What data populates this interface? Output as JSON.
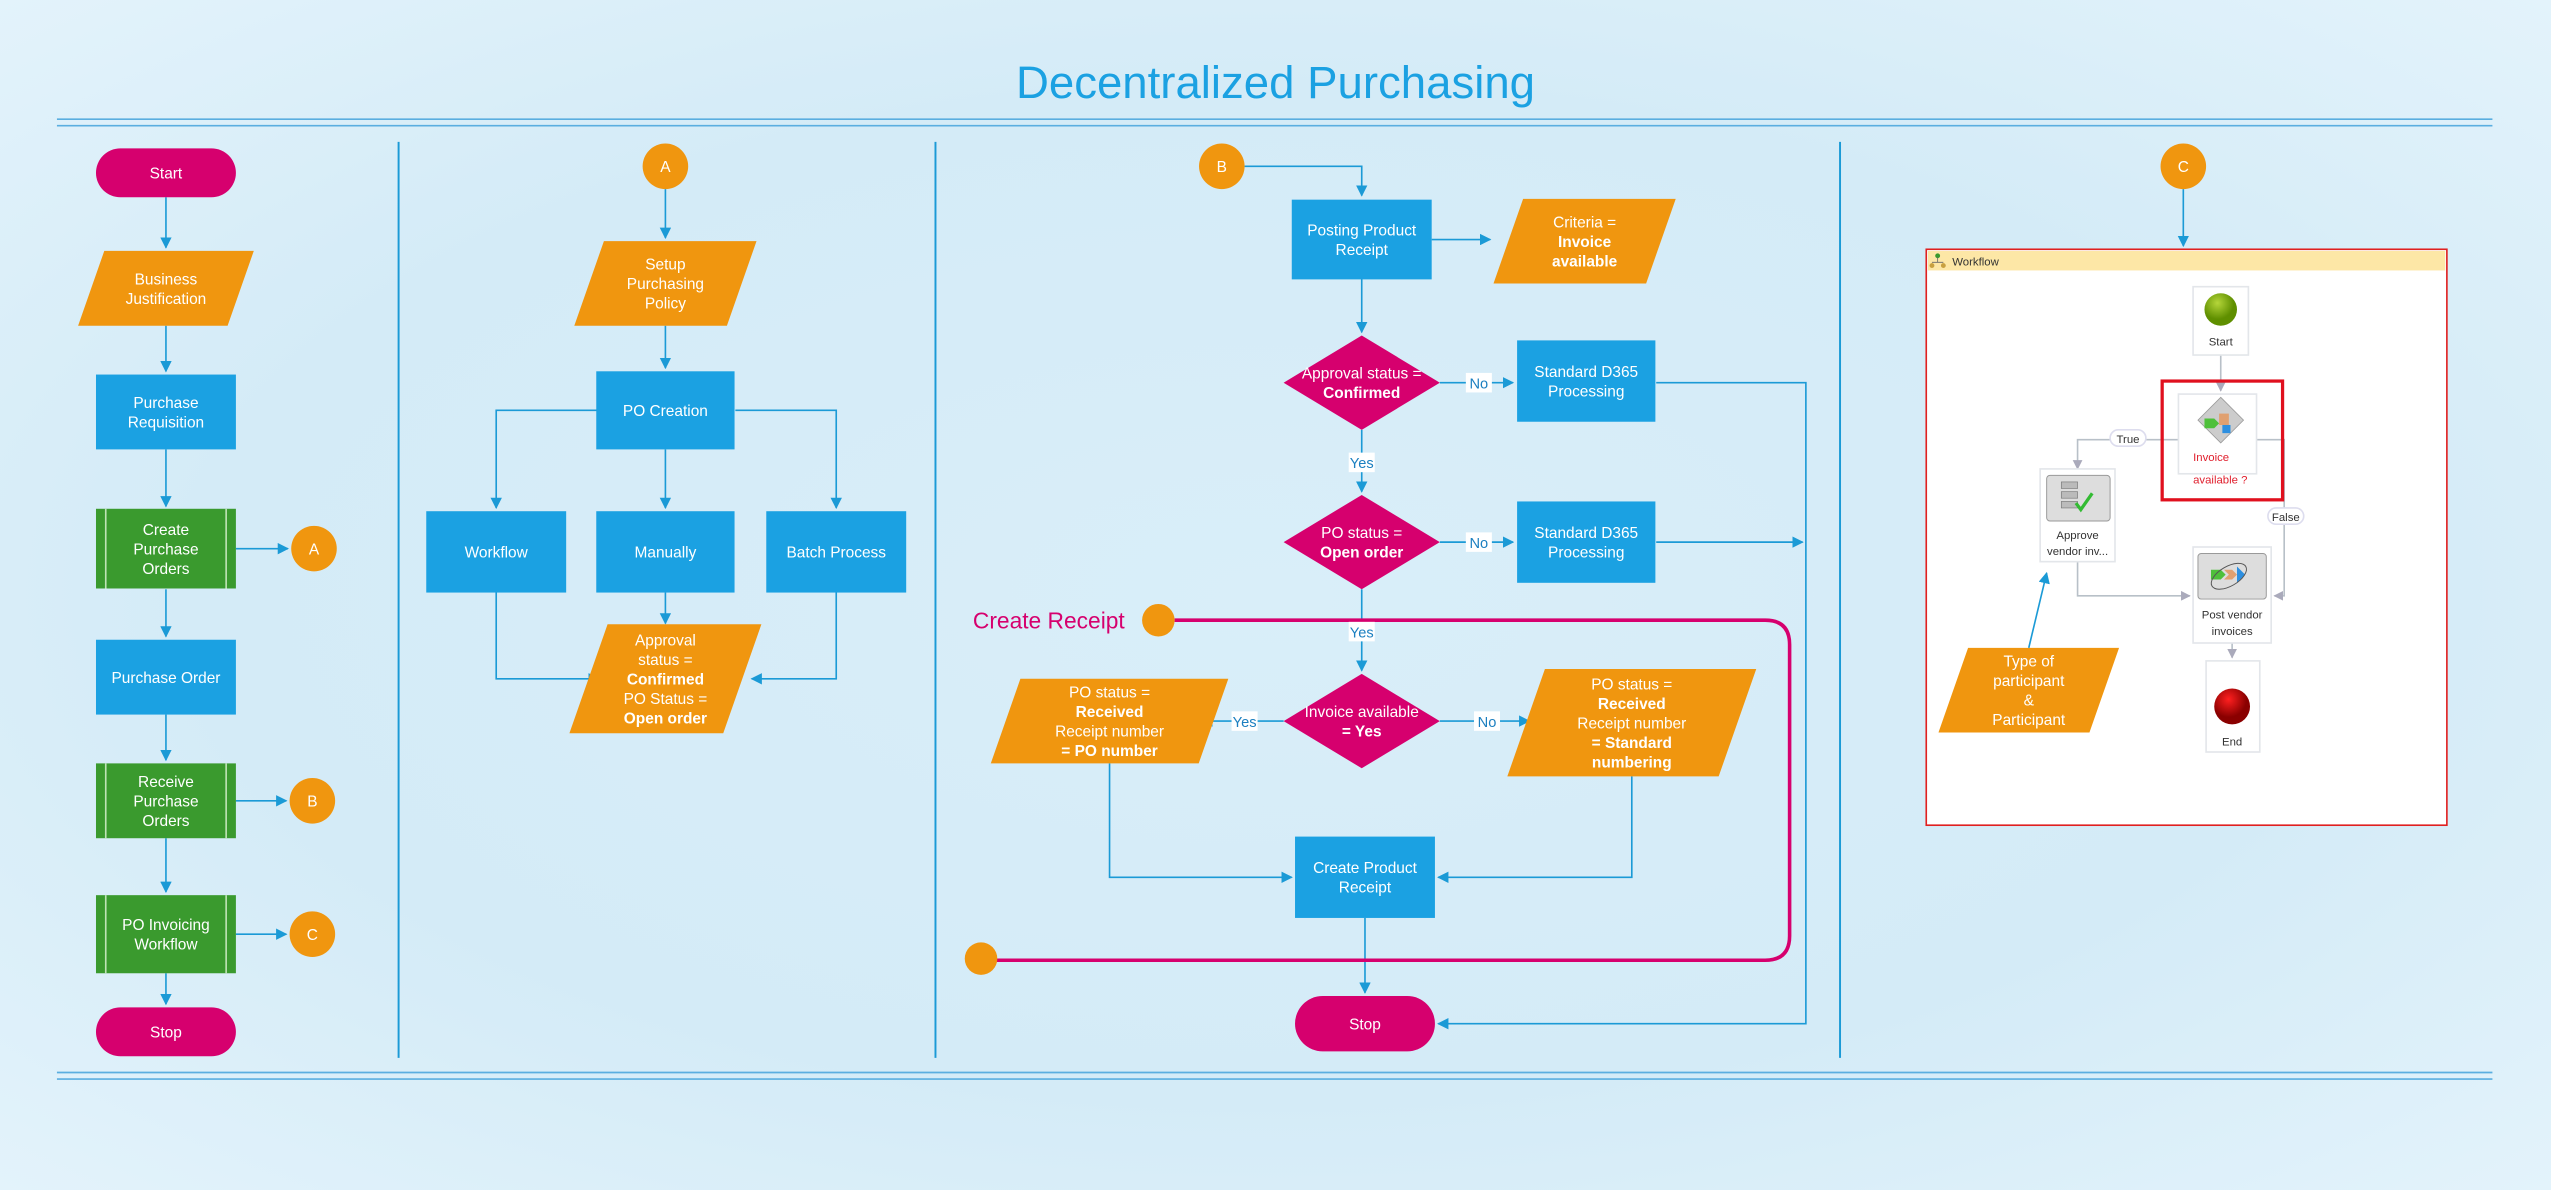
{
  "title": "Decentralized Purchasing",
  "colors": {
    "pink": "#d6006e",
    "orange": "#f0960f",
    "blue": "#1ba1e2",
    "green": "#3a9a2e",
    "title": "#1ba1e2",
    "line": "#1b9ad6"
  },
  "nodes": {
    "start1": {
      "lines": [
        "Start"
      ]
    },
    "biz": {
      "lines": [
        "Business",
        "Justification"
      ]
    },
    "req": {
      "lines": [
        "Purchase",
        "Requisition"
      ]
    },
    "createpo": {
      "lines": [
        "Create",
        "Purchase",
        "Orders"
      ]
    },
    "conA1": {
      "lines": [
        "A"
      ]
    },
    "po": {
      "lines": [
        "Purchase Order"
      ]
    },
    "recv": {
      "lines": [
        "Receive",
        "Purchase",
        "Orders"
      ]
    },
    "conB1": {
      "lines": [
        "B"
      ]
    },
    "inv": {
      "lines": [
        "PO Invoicing",
        "Workflow"
      ]
    },
    "conC1": {
      "lines": [
        "C"
      ]
    },
    "stop1": {
      "lines": [
        "Stop"
      ]
    },
    "conA2": {
      "lines": [
        "A"
      ]
    },
    "setup": {
      "lines": [
        "Setup",
        "Purchasing",
        "Policy"
      ]
    },
    "pocreate": {
      "lines": [
        "PO Creation"
      ]
    },
    "workflow": {
      "lines": [
        "Workflow"
      ]
    },
    "manually": {
      "lines": [
        "Manually"
      ]
    },
    "batch": {
      "lines": [
        "Batch Process"
      ]
    },
    "approval": {
      "lines": [
        "Approval",
        "status =",
        "Confirmed",
        "PO Status =",
        "Open order"
      ]
    },
    "conB2": {
      "lines": [
        "B"
      ]
    },
    "posting": {
      "lines": [
        "Posting Product",
        "Receipt"
      ]
    },
    "criteria": {
      "lines": [
        "Criteria =",
        "Invoice",
        "available"
      ]
    },
    "d1": {
      "lines": [
        "Approval status =",
        "Confirmed"
      ]
    },
    "std1": {
      "lines": [
        "Standard D365",
        "Processing"
      ]
    },
    "d2": {
      "lines": [
        "PO status =",
        "Open order"
      ]
    },
    "std2": {
      "lines": [
        "Standard D365",
        "Processing"
      ]
    },
    "d3": {
      "lines": [
        "Invoice available",
        "= Yes"
      ]
    },
    "leftpara": {
      "lines": [
        "PO status =",
        "Received",
        "Receipt number",
        "= PO number"
      ]
    },
    "rightpara": {
      "lines": [
        "PO status =",
        "Received",
        "Receipt number",
        "= Standard",
        "numbering"
      ]
    },
    "cpr": {
      "lines": [
        "Create Product",
        "Receipt"
      ]
    },
    "stop3": {
      "lines": [
        "Stop"
      ]
    },
    "conC2": {
      "lines": [
        "C"
      ]
    },
    "participant": {
      "lines": [
        "Type of",
        "participant",
        "&",
        "Participant"
      ]
    }
  },
  "edge_labels": {
    "no1": "No",
    "yes1": "Yes",
    "no2": "No",
    "yes2": "Yes",
    "yes3": "Yes",
    "no3": "No"
  },
  "create_receipt": "Create Receipt",
  "workflow_panel": {
    "header": "Workflow",
    "start": "Start",
    "decision": [
      "Invoice",
      "available ?"
    ],
    "approve": [
      "Approve",
      "vendor inv..."
    ],
    "post": [
      "Post vendor",
      "invoices"
    ],
    "end": "End",
    "true_label": "True",
    "false_label": "False"
  }
}
